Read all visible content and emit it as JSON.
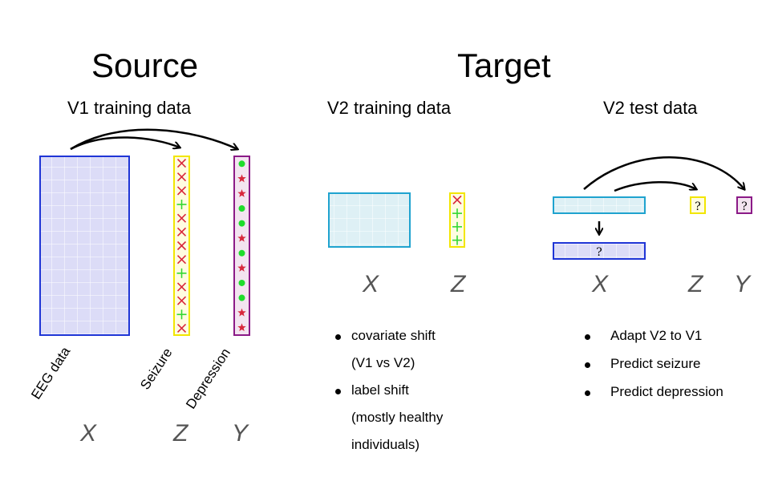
{
  "colors": {
    "source_matrix_border": "#1f35d6",
    "source_matrix_fill": "#dcdcf7",
    "target_matrix_border": "#1fa3cf",
    "target_matrix_fill": "#def0f5",
    "z_border": "#f2e600",
    "z_fill": "#fffce0",
    "y_border": "#8b1a87",
    "y_fill": "#f3e4f0",
    "cross": "#d8283c",
    "plus": "#33d733",
    "dot": "#1fdc2c",
    "star": "#d8283c"
  },
  "source": {
    "heading": "Source",
    "subtitle": "V1 training data",
    "matrix_label": "EEG data",
    "z_label": "Seizure",
    "y_label": "Depression",
    "x_axis": "X",
    "z_axis": "Z",
    "y_axis": "Y",
    "z_markers": [
      "cross",
      "cross",
      "cross",
      "plus",
      "cross",
      "cross",
      "cross",
      "cross",
      "plus",
      "cross",
      "cross",
      "plus",
      "cross"
    ],
    "y_markers": [
      "dot",
      "star",
      "star",
      "dot",
      "dot",
      "star",
      "dot",
      "star",
      "dot",
      "dot",
      "star",
      "star"
    ]
  },
  "target": {
    "heading": "Target",
    "train": {
      "subtitle": "V2 training data",
      "x_axis": "X",
      "z_axis": "Z",
      "z_markers": [
        "cross",
        "plus",
        "plus",
        "plus"
      ],
      "bullets": [
        {
          "text": "covariate shift",
          "cont": "(V1 vs V2)"
        },
        {
          "text": "label shift",
          "cont": "(mostly healthy"
        },
        {
          "text": "",
          "cont": "individuals)"
        }
      ]
    },
    "test": {
      "subtitle": "V2 test data",
      "x_axis": "X",
      "z_axis": "Z",
      "y_axis": "Y",
      "unknown_symbol": "?",
      "bullets": [
        "Adapt V2 to V1",
        "Predict seizure",
        "Predict depression"
      ]
    }
  }
}
